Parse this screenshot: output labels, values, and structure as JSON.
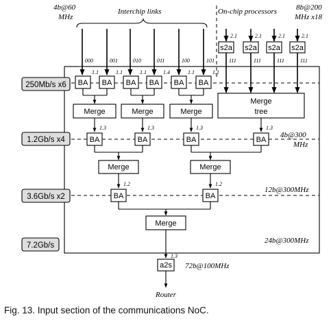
{
  "header": {
    "interchip_rate": [
      "4b@60",
      "MHz"
    ],
    "interchip_title": "Interchip links",
    "onchip_title": "On-chip processors",
    "onchip_rate": [
      "8b@200",
      "MHz x18"
    ]
  },
  "interchip_ids": [
    "000",
    "001",
    "010",
    "011",
    "100",
    "101"
  ],
  "interchip_ba_tags": [
    "1.1",
    "1.1",
    "1.1",
    "1.4",
    "1.1",
    "1.1"
  ],
  "s2a_label": "s2a",
  "s2a_tags": [
    "2.1",
    "2.1",
    "2.1",
    "2.1"
  ],
  "s2a_ids": [
    "111",
    "111",
    "111",
    "111"
  ],
  "ba_label": "BA",
  "merge_label": "Merge",
  "merge_tree_label": [
    "Merge",
    "tree"
  ],
  "stage2_tags": [
    "1.3",
    "1.3",
    "1.3",
    "1.3"
  ],
  "stage3_tags": [
    "1.2",
    "1.2"
  ],
  "a2s_label": "a2s",
  "a2s_tag": "1.3",
  "rates": [
    "250Mb/s x6",
    "1.2Gb/s x4",
    "3.6Gb/s x2",
    "7.2Gb/s"
  ],
  "bus_labels": {
    "l2": [
      "4b@300",
      "MHz"
    ],
    "l3": "12b@300MHz",
    "l4": "24b@300MHz",
    "out": "72b@100MHz"
  },
  "router_label": "Router",
  "caption": "Fig. 13. Input section of the communications NoC."
}
